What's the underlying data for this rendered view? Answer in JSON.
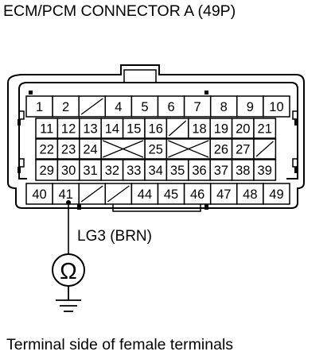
{
  "title": "ECM/PCM CONNECTOR A (49P)",
  "caption": "Terminal side of female terminals",
  "wire_label": "LG3 (BRN)",
  "meter_symbol": "Ω",
  "meter_icon": "ohmmeter-icon",
  "ground_icon": "ground-icon",
  "tested_terminal": "41",
  "rows": [
    [
      "1",
      "2",
      "",
      "4",
      "5",
      "6",
      "7",
      "8",
      "9",
      "10"
    ],
    [
      "11",
      "12",
      "13",
      "14",
      "15",
      "16",
      "",
      "18",
      "19",
      "20",
      "21"
    ],
    [
      "22",
      "23",
      "24",
      "",
      "",
      "25",
      "",
      "",
      "26",
      "27",
      ""
    ],
    [
      "29",
      "30",
      "31",
      "32",
      "33",
      "34",
      "35",
      "36",
      "37",
      "38",
      "39"
    ],
    [
      "40",
      "41",
      "",
      "",
      "44",
      "45",
      "46",
      "47",
      "48",
      "49"
    ]
  ]
}
